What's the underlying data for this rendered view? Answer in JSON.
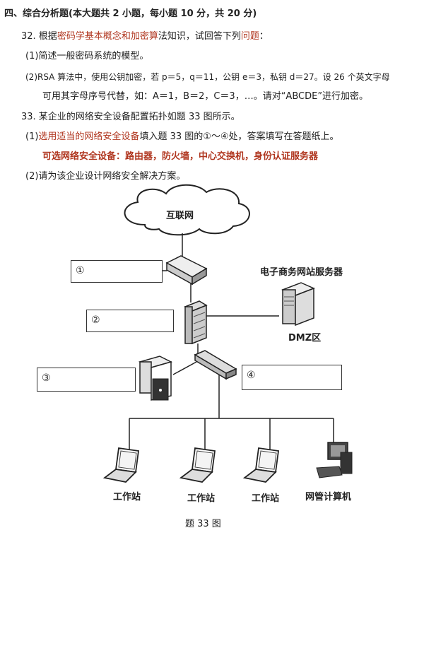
{
  "section_header": "四、综合分析题(本大题共 2 小题，每小题 10 分，共 20 分)",
  "q32": {
    "stem_prefix": "32. 根据",
    "stem_highlight": "密码学基本概念和加密算",
    "stem_mid": "法知识，试回答下列",
    "stem_highlight2": "问题",
    "stem_end": "：",
    "part1": "(1)简述一般密码系统的模型。",
    "part2_line1": "(2)RSA 算法中，使用公钥加密，若 p＝5，q＝11，公钥 e＝3，私钥 d＝27。设 26 个英文字母",
    "part2_line2": "可用其字母序号代替，如：A＝1，B＝2，C＝3，…。请对“ABCDE”进行加密。"
  },
  "q33": {
    "stem": "33. 某企业的网络安全设备配置拓扑如题 33 图所示。",
    "part1_prefix": "(1)",
    "part1_highlight": "选用适当的网络安全设备",
    "part1_rest": "填入题 33 图的①～④处，答案填写在答题纸上。",
    "options": "可选网络安全设备：路由器，防火墙，中心交换机，身份认证服务器",
    "part2": "(2)请为该企业设计网络安全解决方案。"
  },
  "diagram": {
    "cloud_label": "互联网",
    "slot1": "①",
    "slot2": "②",
    "slot3": "③",
    "slot4": "④",
    "server_label": "电子商务网站服务器",
    "dmz_label": "DMZ区",
    "workstation1": "工作站",
    "workstation2": "工作站",
    "workstation3": "工作站",
    "admin_pc": "网管计算机",
    "caption": "题 33 图"
  }
}
